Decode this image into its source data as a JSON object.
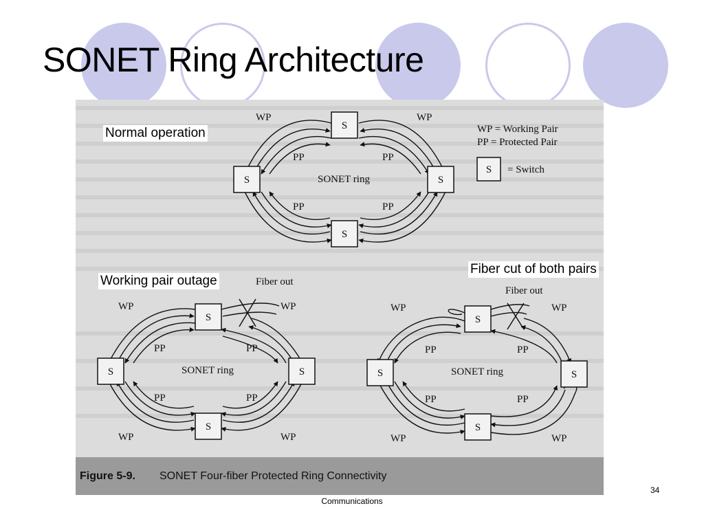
{
  "slide": {
    "title": "SONET Ring Architecture",
    "footer": "Communications",
    "page_number": "34"
  },
  "annotations": {
    "normal_operation": "Normal operation",
    "working_pair_outage": "Working pair outage",
    "fiber_cut_both": "Fiber cut of both pairs"
  },
  "figure": {
    "legend": {
      "wp": "WP = Working Pair",
      "pp": "PP = Protected Pair",
      "switch_symbol": "S",
      "switch": "= Switch"
    },
    "node_label": "S",
    "ring_label": "SONET ring",
    "wp_label": "WP",
    "pp_label": "PP",
    "fiber_out": "Fiber out",
    "caption_number": "Figure 5-9.",
    "caption_text": "SONET Four-fiber Protected Ring Connectivity"
  },
  "colors": {
    "accent_circle": "#c9c9ec",
    "figure_background": "#dcdcdc",
    "caption_bar": "#9a9a9a"
  }
}
